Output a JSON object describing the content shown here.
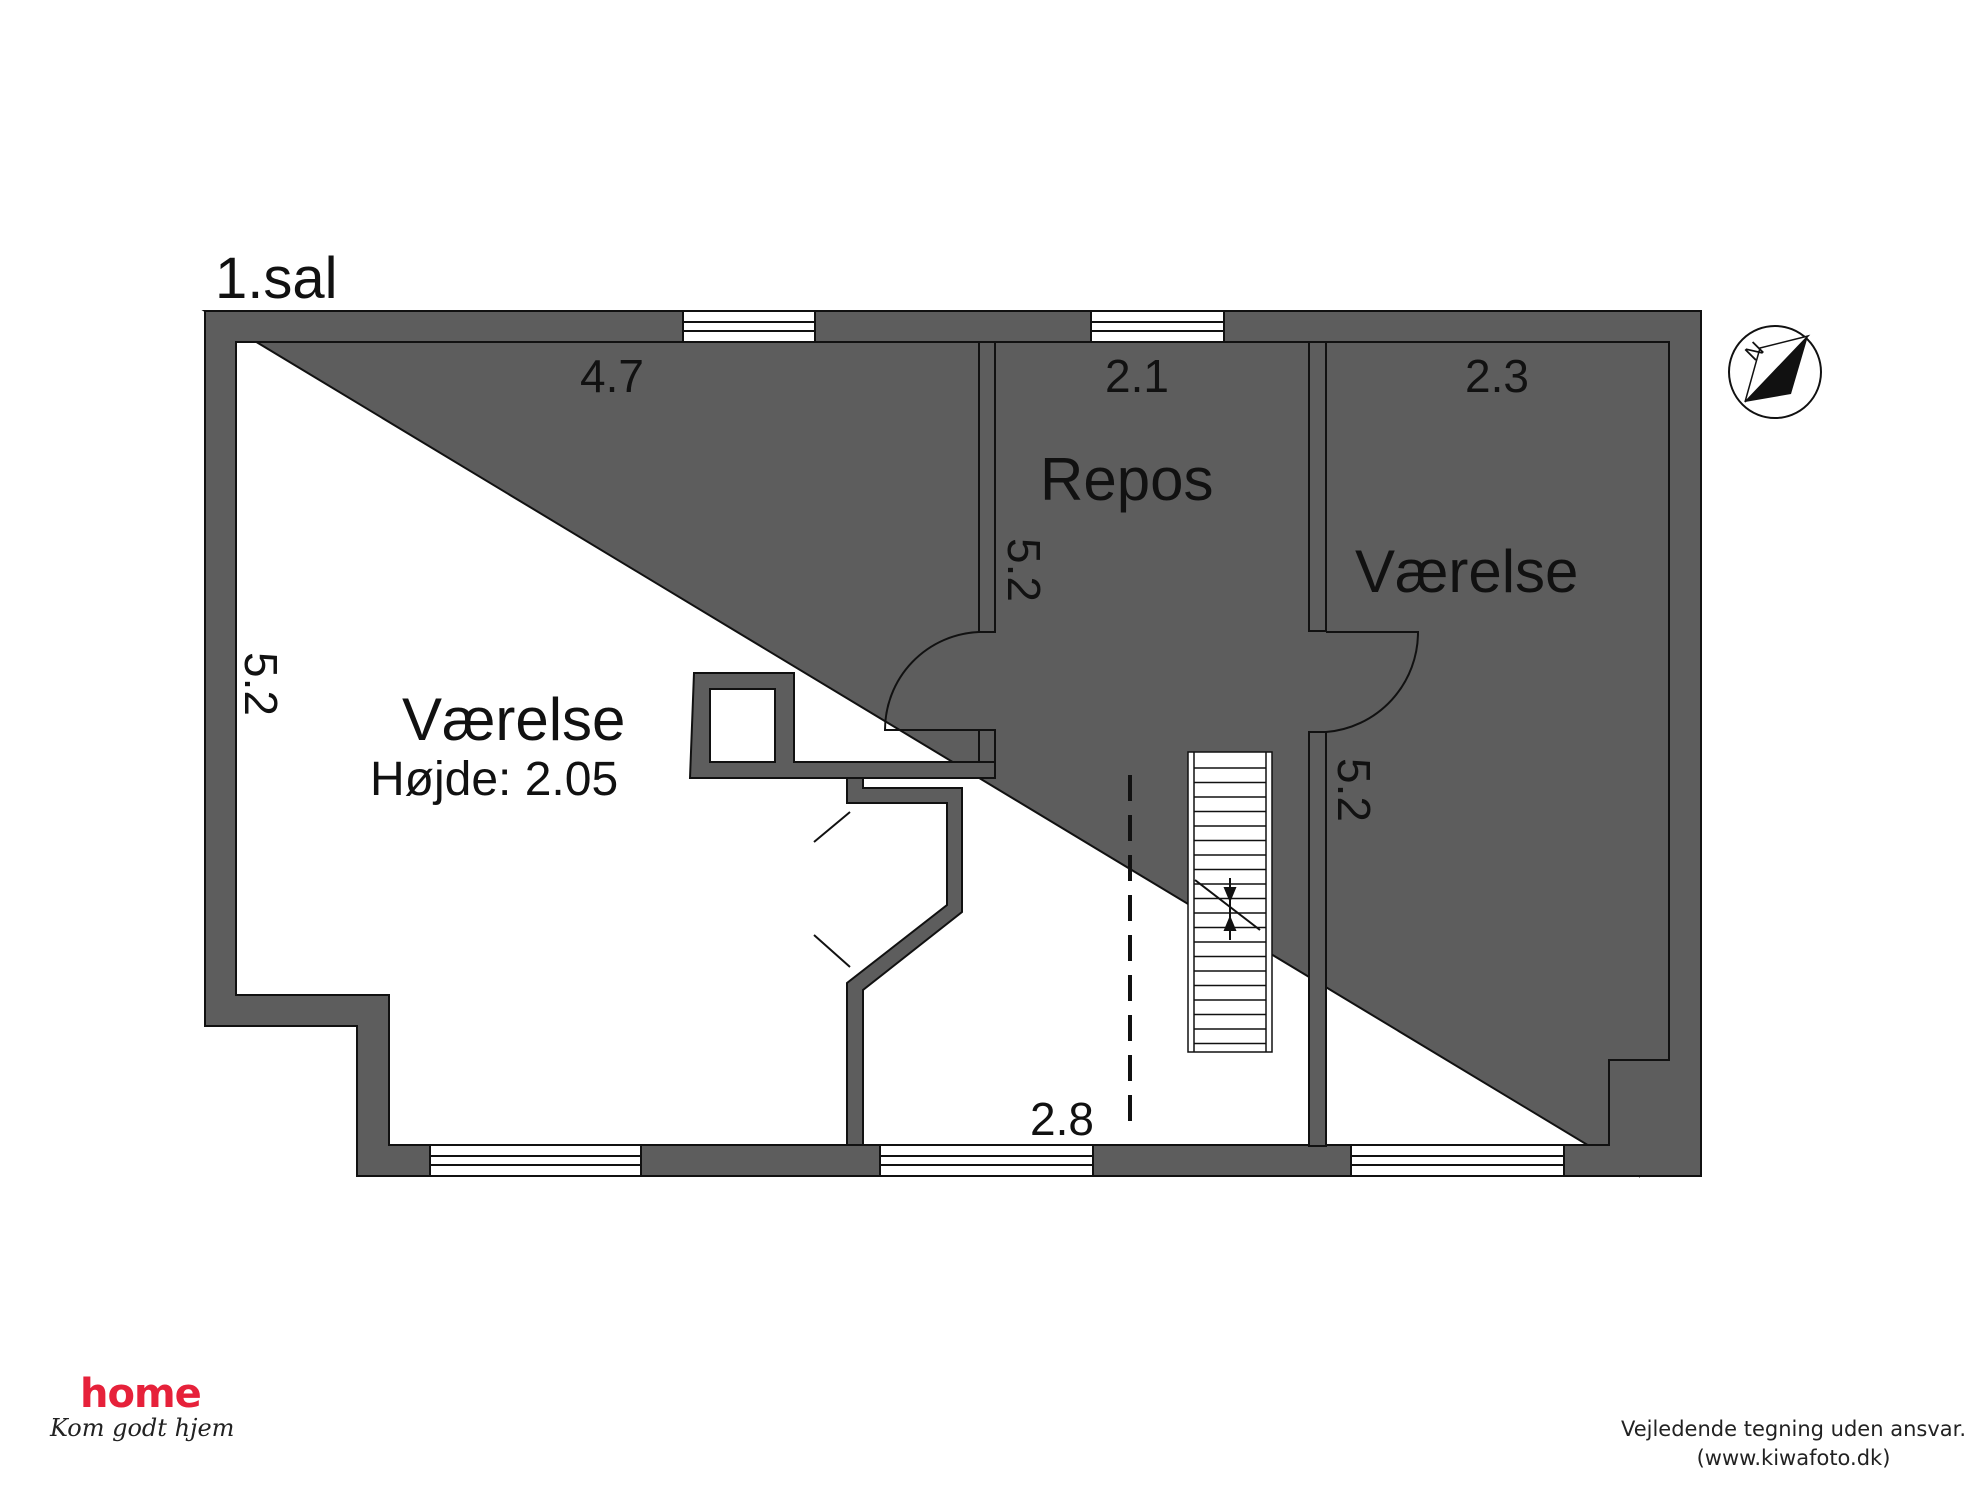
{
  "floor": {
    "label": "1.sal"
  },
  "rooms": [
    {
      "name": "Værelse",
      "height": "Højde: 2.05",
      "width": "4.7",
      "depth": "5.2"
    },
    {
      "name": "Repos",
      "width": "2.1",
      "depth": "5.2",
      "bottom_width": "2.8"
    },
    {
      "name": "Værelse",
      "width": "2.3",
      "depth": "5.2"
    }
  ],
  "compass": {
    "letter": "N"
  },
  "logo": {
    "word": "home",
    "tagline": "Kom godt hjem"
  },
  "disclaimer": {
    "line1": "Vejledende tegning uden ansvar.",
    "line2": "(www.kiwafoto.dk)"
  },
  "colors": {
    "wall": "#5d5d5d",
    "brand": "#e6213a"
  }
}
